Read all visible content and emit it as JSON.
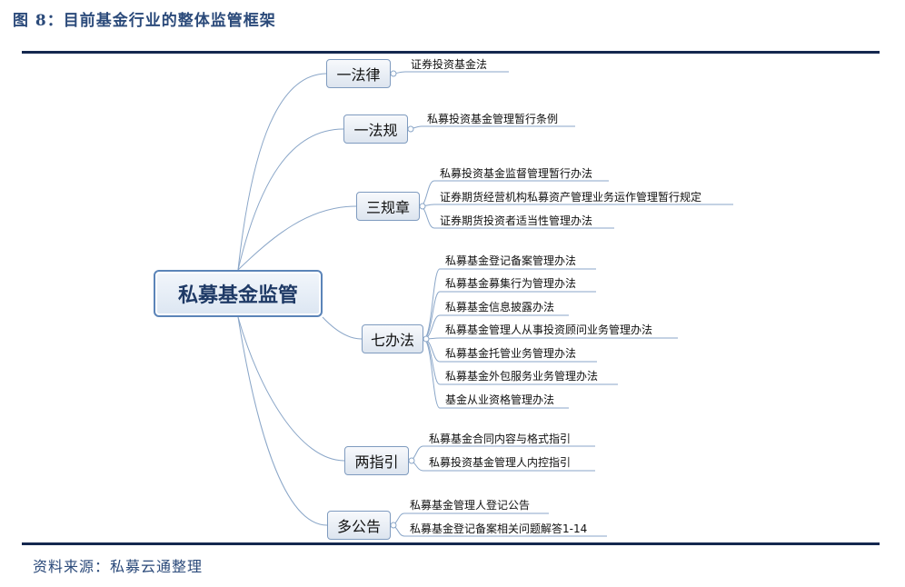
{
  "header": {
    "title": "图 8：目前基金行业的整体监管框架"
  },
  "footer": {
    "source": "资料来源：私募云通整理"
  },
  "colors": {
    "rule": "#14284f",
    "node_border": "#7f9bbf",
    "connector": "#8aa6c8",
    "title_text": "#2b4a7a"
  },
  "mindmap": {
    "root": "私募基金监管",
    "branches": [
      {
        "label": "一法律",
        "leaves": [
          "证券投资基金法"
        ]
      },
      {
        "label": "一法规",
        "leaves": [
          "私募投资基金管理暂行条例"
        ]
      },
      {
        "label": "三规章",
        "leaves": [
          "私募投资基金监督管理暂行办法",
          "证券期货经营机构私募资产管理业务运作管理暂行规定",
          "证券期货投资者适当性管理办法"
        ]
      },
      {
        "label": "七办法",
        "leaves": [
          "私募基金登记备案管理办法",
          "私募基金募集行为管理办法",
          "私募基金信息披露办法",
          "私募基金管理人从事投资顾问业务管理办法",
          "私募基金托管业务管理办法",
          "私募基金外包服务业务管理办法",
          "基金从业资格管理办法"
        ]
      },
      {
        "label": "两指引",
        "leaves": [
          "私募基金合同内容与格式指引",
          "私募投资基金管理人内控指引"
        ]
      },
      {
        "label": "多公告",
        "leaves": [
          "私募基金管理人登记公告",
          "私募基金登记备案相关问题解答1-14"
        ]
      }
    ]
  }
}
